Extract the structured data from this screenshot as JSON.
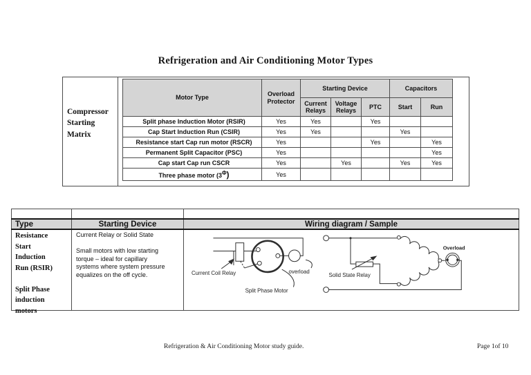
{
  "page": {
    "title": "Refrigeration and Air Conditioning Motor Types",
    "footer_left": "Refrigeration & Air Conditioning Motor study guide.",
    "footer_right": "Page 1of 10"
  },
  "colors": {
    "header_bg": "#d5d5d5",
    "border": "#4c4c4c",
    "text": "#111111"
  },
  "matrix": {
    "side_label": "Compressor\nStarting\nMatrix",
    "headers": {
      "motor_type": "Motor Type",
      "overload": "Overload\nProtector",
      "starting_device": "Starting Device",
      "capacitors": "Capacitors",
      "current_relays": "Current\nRelays",
      "voltage_relays": "Voltage\nRelays",
      "ptc": "PTC",
      "start": "Start",
      "run": "Run"
    },
    "rows": [
      {
        "motor": "Split phase Induction Motor (RSIR)",
        "overload": "Yes",
        "current": "Yes",
        "voltage": "",
        "ptc": "Yes",
        "start": "",
        "run": ""
      },
      {
        "motor": "Cap Start Induction Run (CSIR)",
        "overload": "Yes",
        "current": "Yes",
        "voltage": "",
        "ptc": "",
        "start": "Yes",
        "run": ""
      },
      {
        "motor": "Resistance start Cap run motor (RSCR)",
        "overload": "Yes",
        "current": "",
        "voltage": "",
        "ptc": "Yes",
        "start": "",
        "run": "Yes"
      },
      {
        "motor": "Permanent Split Capacitor (PSC)",
        "overload": "Yes",
        "current": "",
        "voltage": "",
        "ptc": "",
        "start": "",
        "run": "Yes"
      },
      {
        "motor": "Cap start Cap run CSCR",
        "overload": "Yes",
        "current": "",
        "voltage": "Yes",
        "ptc": "",
        "start": "Yes",
        "run": "Yes"
      },
      {
        "motor_prefix": "Three phase motor (3",
        "motor_phi": "Φ",
        "motor_suffix": ")",
        "overload": "Yes",
        "current": "",
        "voltage": "",
        "ptc": "",
        "start": "",
        "run": ""
      }
    ]
  },
  "detail_table": {
    "headers": {
      "type": "Type",
      "starting_device": "Starting Device",
      "wiring": "Wiring diagram / Sample"
    },
    "row": {
      "type": "Resistance\nStart\nInduction\nRun (RSIR)\n\nSplit Phase\ninduction\nmotors",
      "starting_device": "Current Relay or Solid State\n\nSmall motors with low starting\ntorque – ideal for capillary\nsystems where system pressure\nequalizes on the off cycle.",
      "diagram_labels": {
        "current_coil_relay": "Current Coil Relay",
        "overload_small": "overload",
        "split_phase_motor": "Split Phase Motor",
        "solid_state_relay": "Solid State Relay",
        "overload_bold": "Overload"
      }
    }
  }
}
